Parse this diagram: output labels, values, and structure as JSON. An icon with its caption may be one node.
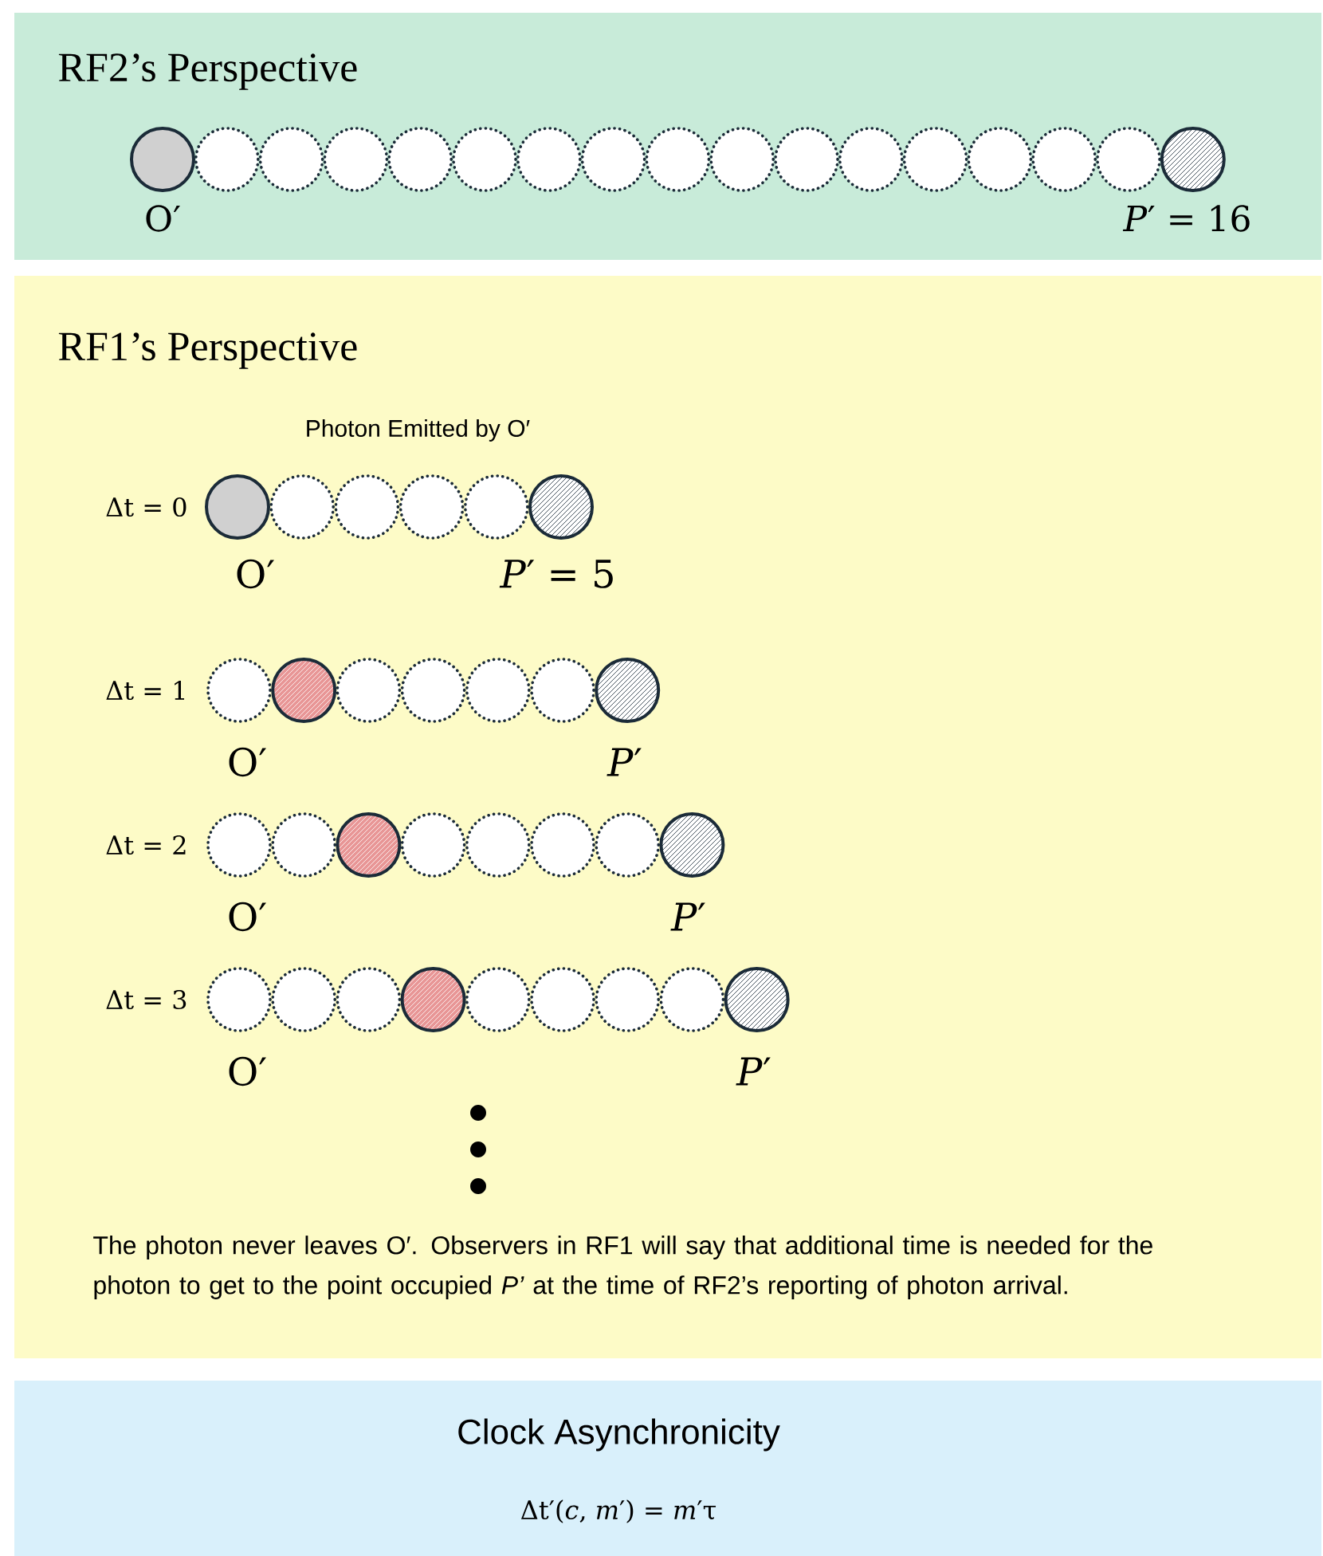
{
  "diagram": {
    "nodes": [
      {
        "text": [
          "RF2’s Perspective"
        ]
      },
      {
        "text": [
          "RF1’s Perspective",
          "The photon never leaves O′.  Observers in RF1 will say that additional time is needed for the photon to get to the point occupied *P’* at the time of RF2’s reporting of photon arrival."
        ]
      },
      {
        "text": [
          "Clock Asynchronicity",
          "Δt′(*c*, *m*′) = *m*′τ"
        ]
      }
    ],
    "edges": [],
    "labels": [
      "O′",
      "*P*′ = 16",
      "Photon Emitted by O′",
      "Δt = 0",
      "O′",
      "*P*′ = 5",
      "Δt = 1",
      "O′",
      "*P*′",
      "Δt = 2",
      "O′",
      "*P*′",
      "Δt = 3",
      "O′",
      "*P*′"
    ]
  }
}
